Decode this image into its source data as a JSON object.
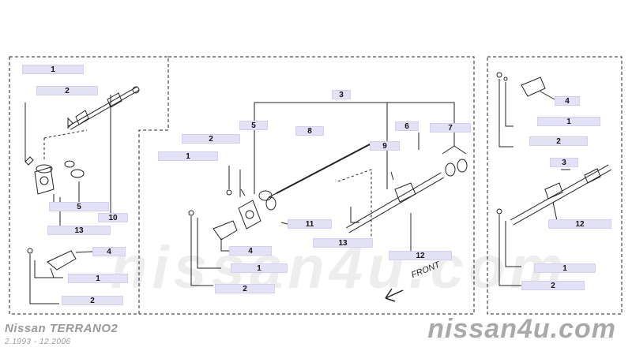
{
  "header": {
    "brand": "Nissan TERRANO2",
    "date_range": "2.1993 - 12.2006"
  },
  "watermark": {
    "main": "nissan4u.com",
    "footer": "nissan4u.com"
  },
  "diagram": {
    "direction_label": "FRONT",
    "callouts": [
      "1",
      "2",
      "3",
      "4",
      "5",
      "6",
      "7",
      "8",
      "9",
      "10",
      "11",
      "12",
      "13"
    ]
  },
  "colors": {
    "callout_fill": "#e3e1f6",
    "line": "#222222",
    "watermark": "#a9a9a9"
  }
}
